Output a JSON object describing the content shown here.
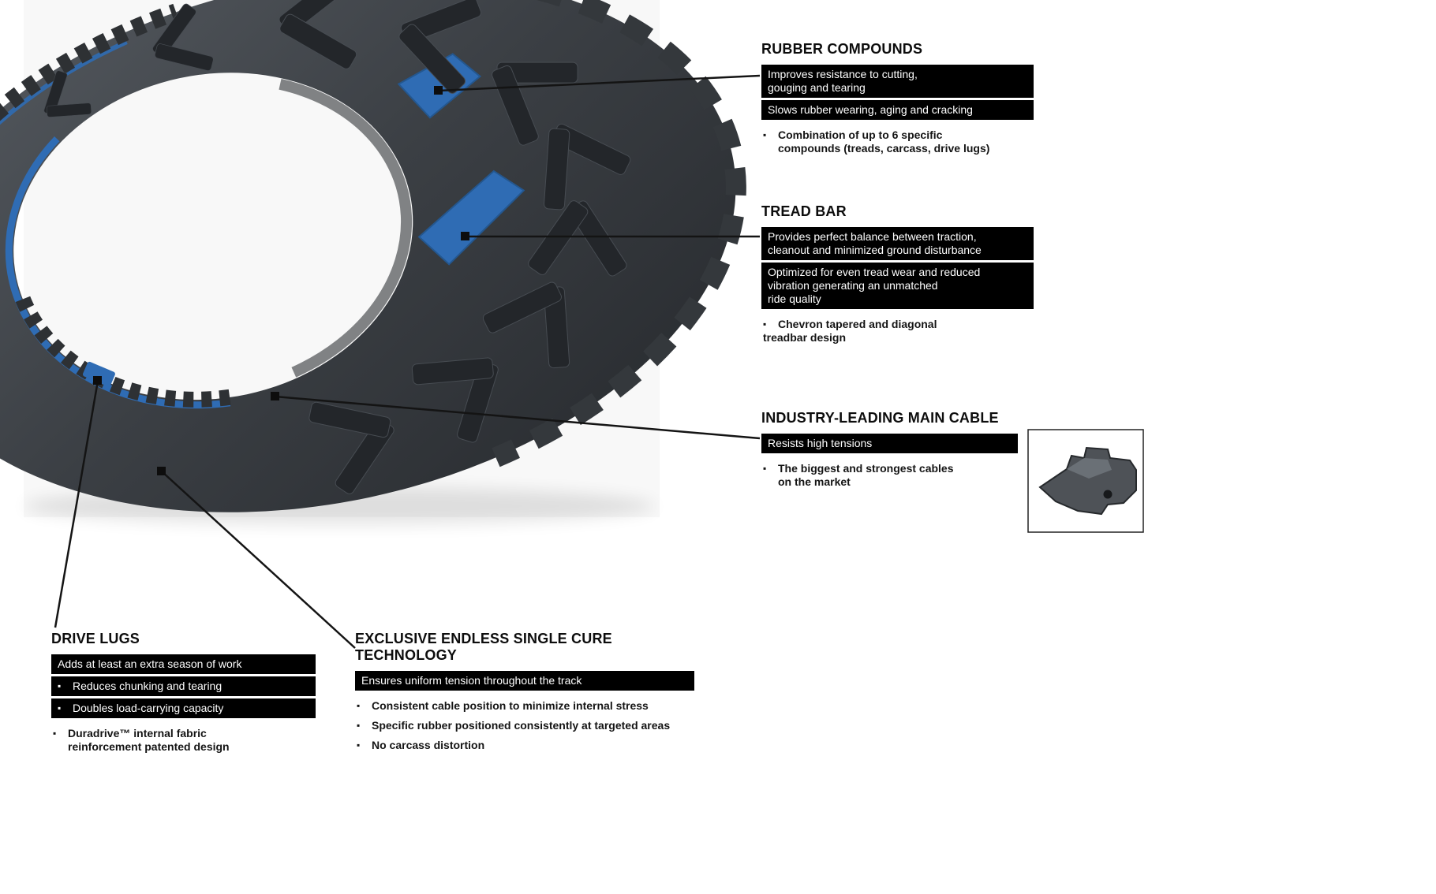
{
  "colors": {
    "accent_blue": "#2f6cb4",
    "track_dark": "#33373c",
    "callout_bar_bg": "#000000",
    "callout_bar_text": "#ffffff",
    "bullet_text": "#141414",
    "leader_line": "#141414"
  },
  "callouts": {
    "rubber_compounds": {
      "title": "RUBBER COMPOUNDS",
      "bars": [
        {
          "lines": [
            "Improves resistance to cutting,",
            "gouging and tearing"
          ]
        },
        {
          "lines": [
            "Slows rubber wearing, aging and cracking"
          ]
        }
      ],
      "bullets": [
        {
          "lines": [
            "Combination of up to 6 specific",
            "compounds (treads, carcass, drive lugs)"
          ]
        }
      ]
    },
    "tread_bar": {
      "title": "TREAD BAR",
      "bars": [
        {
          "lines": [
            "Provides perfect balance between traction,",
            "cleanout and minimized ground disturbance"
          ]
        },
        {
          "lines": [
            "Optimized for even tread wear and reduced",
            "vibration generating an unmatched",
            "ride quality"
          ]
        }
      ],
      "bullets": [
        {
          "lines": [
            "Chevron tapered and diagonal",
            "treadbar design"
          ]
        }
      ]
    },
    "main_cable": {
      "title": "INDUSTRY-LEADING MAIN CABLE",
      "bars": [
        {
          "lines": [
            "Resists high tensions"
          ]
        }
      ],
      "bullets": [
        {
          "lines": [
            "The biggest and strongest cables",
            "on the market"
          ]
        }
      ]
    },
    "drive_lugs": {
      "title": "DRIVE LUGS",
      "bars": [
        {
          "lines": [
            "Adds at least an extra season of work"
          ]
        }
      ],
      "bar_bullets": [
        {
          "lines": [
            "Reduces chunking and tearing"
          ]
        },
        {
          "lines": [
            "Doubles load-carrying capacity"
          ]
        }
      ],
      "bullets": [
        {
          "lines": [
            "Duradrive™ internal fabric",
            "reinforcement patented design"
          ]
        }
      ]
    },
    "single_cure": {
      "title": "EXCLUSIVE ENDLESS SINGLE CURE TECHNOLOGY",
      "bars": [
        {
          "lines": [
            "Ensures uniform tension throughout the track"
          ]
        }
      ],
      "bullets": [
        {
          "lines": [
            "Consistent cable position to minimize internal stress"
          ]
        },
        {
          "lines": [
            "Specific rubber positioned consistently at targeted areas"
          ]
        },
        {
          "lines": [
            "No carcass distortion"
          ]
        }
      ]
    }
  }
}
